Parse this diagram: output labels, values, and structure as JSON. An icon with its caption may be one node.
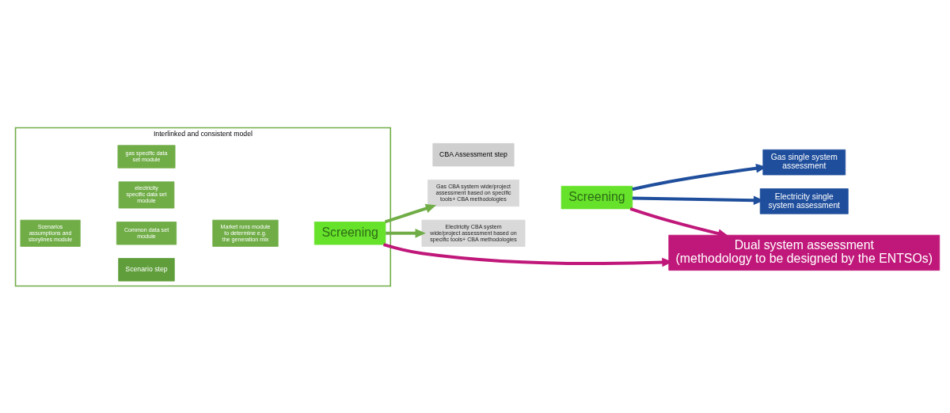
{
  "diagram": {
    "nodes": [
      {
        "text": [
          "Interlinked and consistent model"
        ]
      },
      {
        "text": [
          "Scenario step"
        ],
        "in": 0
      },
      {
        "text": [
          "Scenarios assumptions and storylines module"
        ],
        "in": 0
      },
      {
        "text": [
          "Common data set module"
        ],
        "in": 0
      },
      {
        "text": [
          "electricity specific data set module"
        ],
        "in": 0
      },
      {
        "text": [
          "gas specific data set module"
        ],
        "in": 0
      },
      {
        "text": [
          "Market runs module to determine e.g. the generation mix"
        ],
        "in": 0
      },
      {
        "text": [
          "Screening"
        ],
        "in": 0
      },
      {
        "text": [
          "CBA Assessment step"
        ]
      },
      {
        "text": [
          "Gas CBA system wide/project assessment based on specific tools+ CBA methodologies"
        ]
      },
      {
        "text": [
          "Electricity CBA system wide/project assessment based on specific tools+ CBA methodologies"
        ]
      },
      {
        "text": [
          "Screening"
        ]
      },
      {
        "text": [
          "Gas single system assessment"
        ]
      },
      {
        "text": [
          "Electricity single system assessment"
        ]
      },
      {
        "text": [
          "Dual system assessment",
          "(methodology to be designed by the ENTSOs)"
        ]
      }
    ],
    "edges": [
      {
        "from": 7,
        "to": 9,
        "arrow": "to",
        "color": "#70ad47"
      },
      {
        "from": 7,
        "to": 10,
        "arrow": "to",
        "color": "#70ad47"
      },
      {
        "from": 7,
        "to": 14,
        "arrow": "to",
        "color": "#c0187a"
      },
      {
        "from": 11,
        "to": 12,
        "arrow": "to",
        "color": "#1f4e9c"
      },
      {
        "from": 11,
        "to": 13,
        "arrow": "to",
        "color": "#1f4e9c"
      },
      {
        "from": 11,
        "to": 14,
        "arrow": "to",
        "color": "#c0187a"
      }
    ]
  }
}
